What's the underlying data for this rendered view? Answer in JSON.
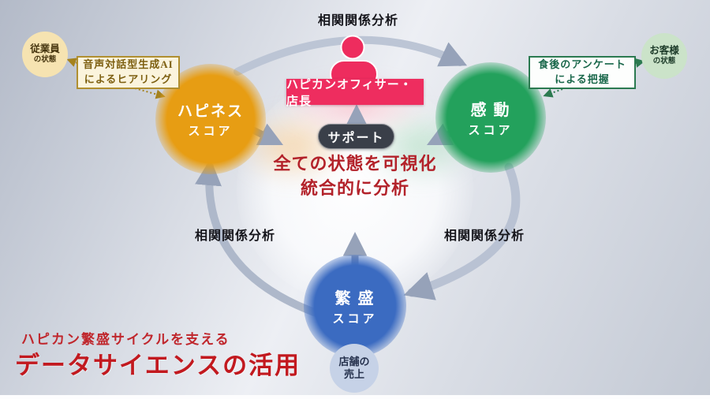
{
  "cycle_labels": {
    "top": "相関関係分析",
    "left": "相関関係分析",
    "right": "相関関係分析"
  },
  "officer": {
    "title": "ハピカンオフィサー・店長",
    "support": "サポート"
  },
  "center": {
    "line1": "全ての状態を可視化",
    "line2": "統合的に分析"
  },
  "nodes": {
    "happiness": {
      "name": "ハピネス",
      "sub": "スコア",
      "color": "#e79d13"
    },
    "kando": {
      "name": "感 動",
      "sub": "スコア",
      "color": "#23a15c"
    },
    "hanjo": {
      "name": "繁 盛",
      "sub": "スコア",
      "color": "#3b6bc1"
    }
  },
  "satellites": {
    "employee": {
      "line1": "従業員",
      "line2": "の状態"
    },
    "customer": {
      "line1": "お客様",
      "line2": "の状態"
    },
    "sales": {
      "line1": "店舗の",
      "line2": "売上"
    }
  },
  "callouts": {
    "employee": {
      "line1": "音声対話型生成AI",
      "line2": "によるヒアリング"
    },
    "customer": {
      "line1": "食後のアンケート",
      "line2": "による把握"
    }
  },
  "footer": {
    "lead": "ハピカン繁盛サイクルを支える",
    "title": "データサイエンスの活用"
  },
  "colors": {
    "officer_pink": "#ee2d5f",
    "support_dark": "#3a3f49",
    "arrow_gray": "#8d99b3",
    "accent_red": "#c2191f",
    "center_red": "#b3222a"
  }
}
